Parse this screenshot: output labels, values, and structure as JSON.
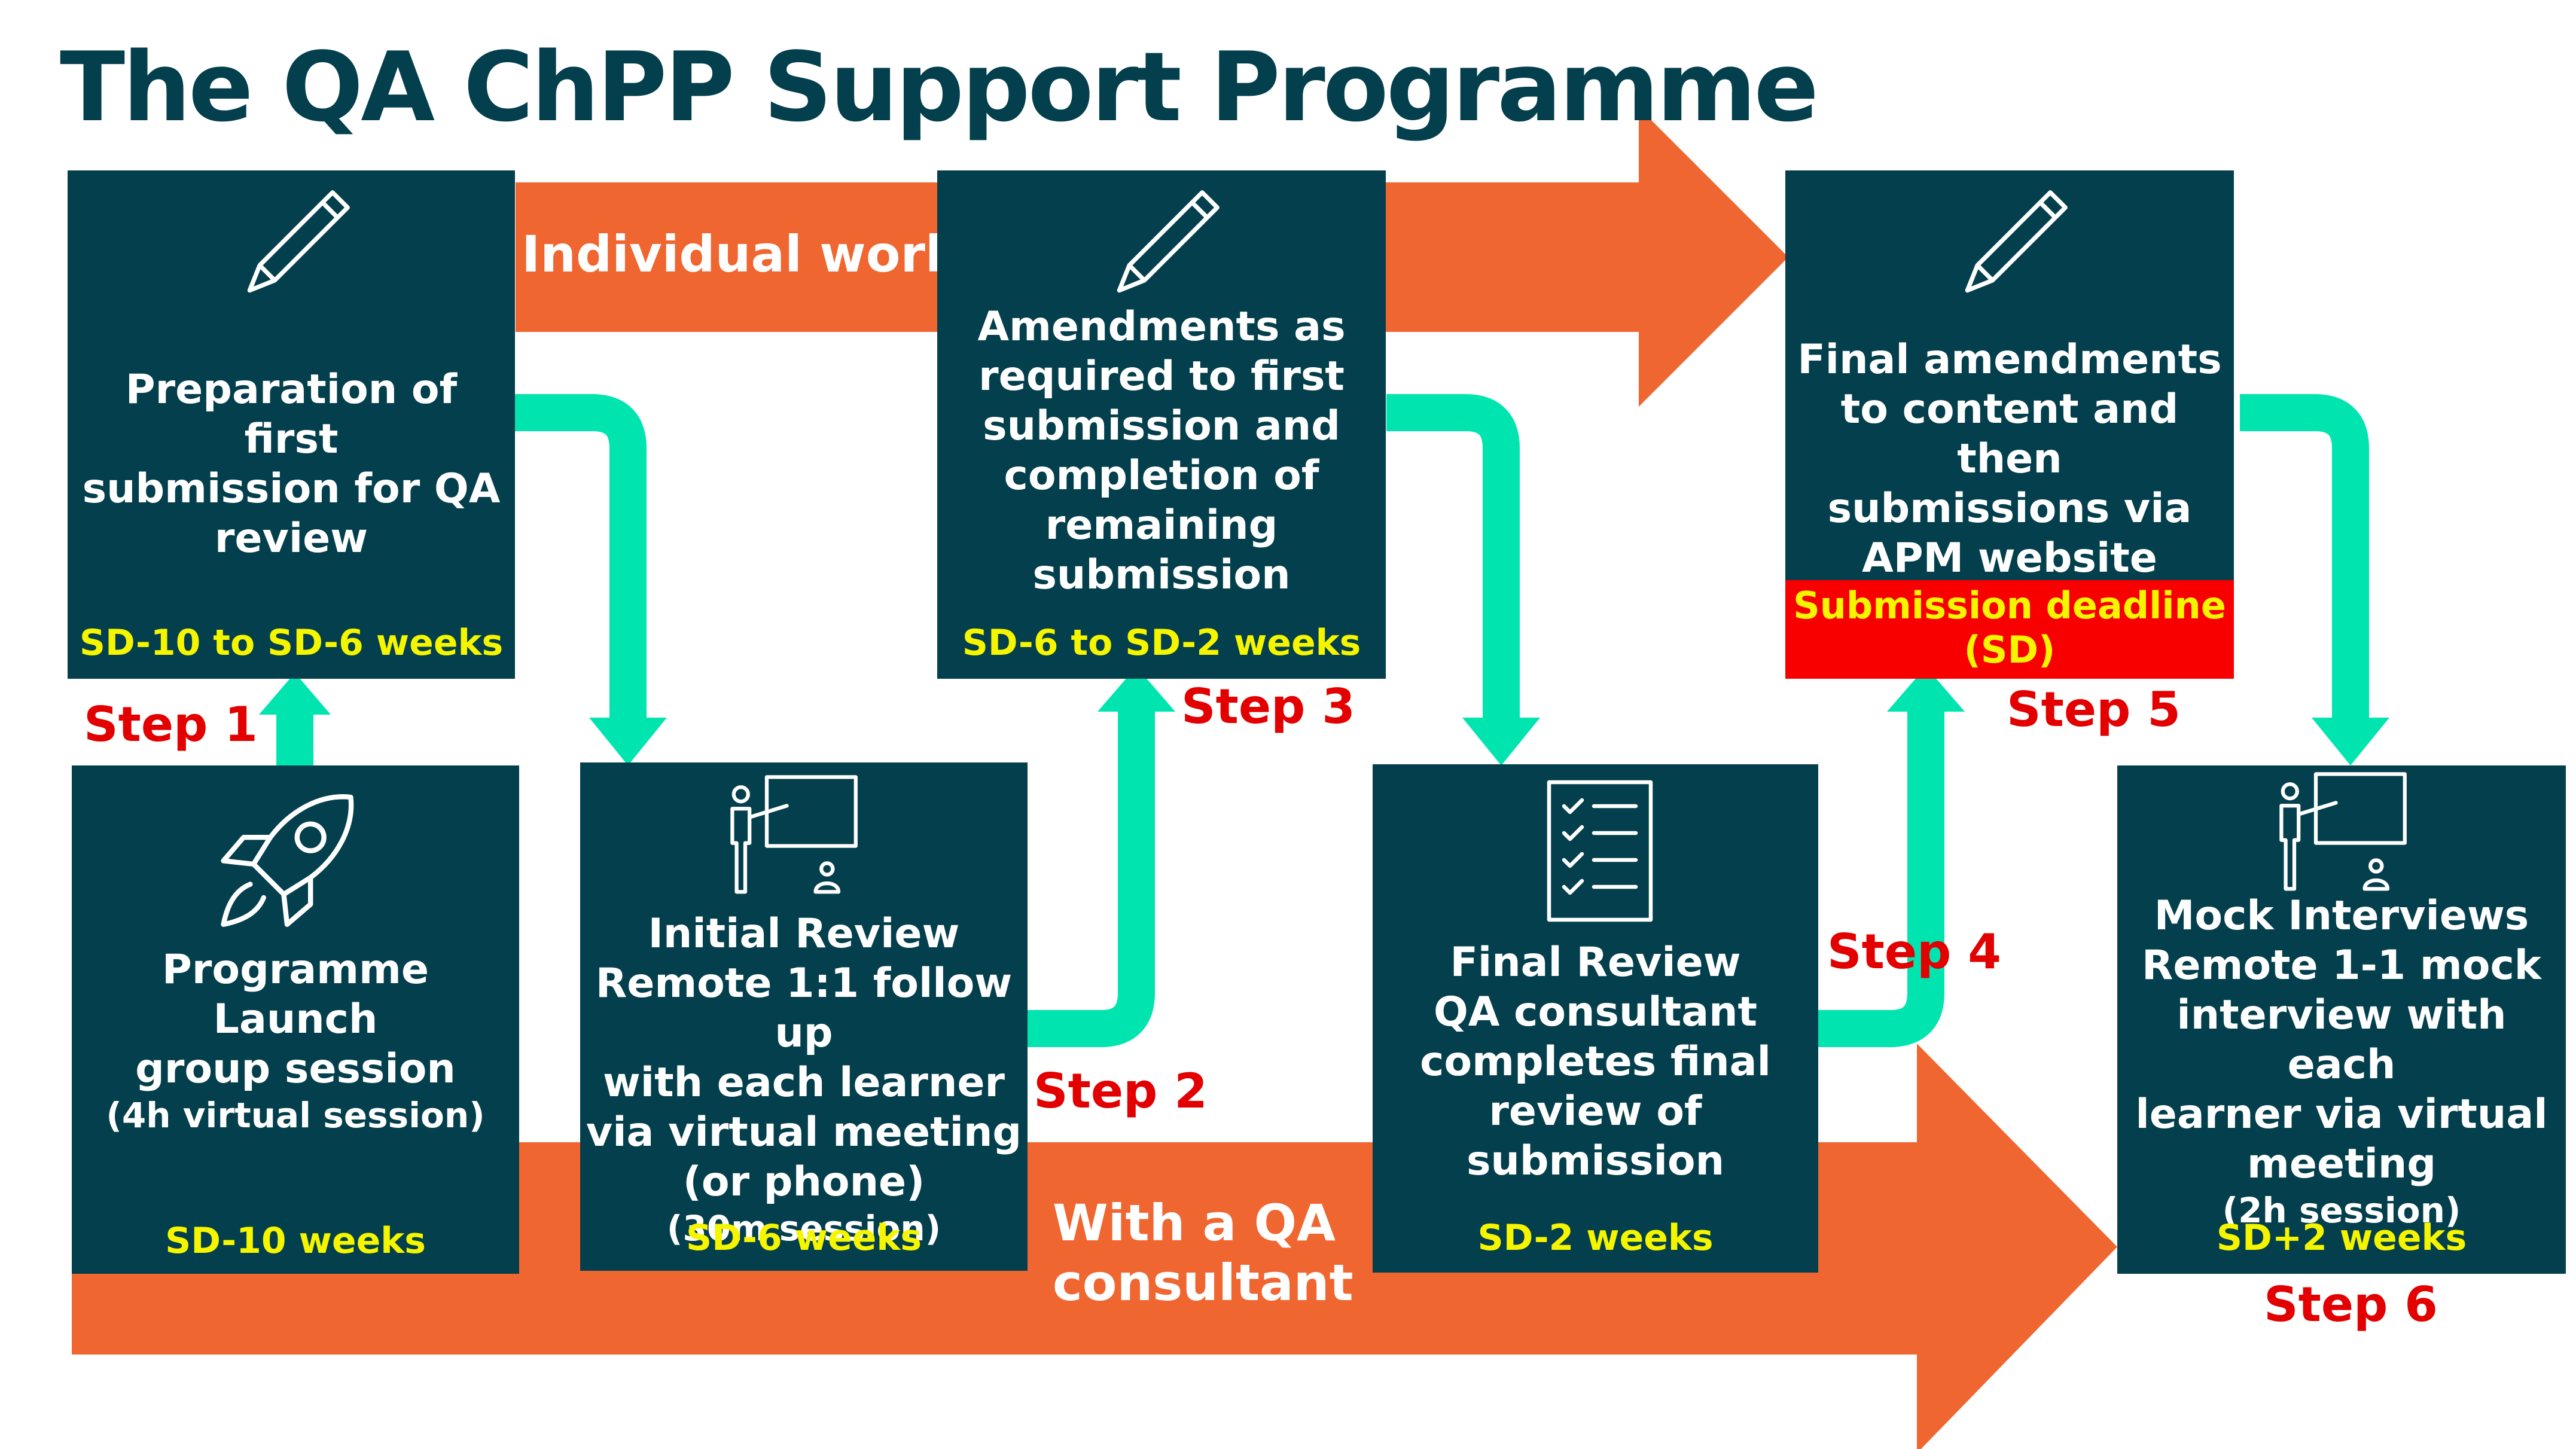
{
  "title": "The QA ChPP Support Programme",
  "colors": {
    "navy": "#033f4c",
    "orange": "#f06630",
    "teal": "#00e5b0",
    "yellow": "#f5f500",
    "red": "#e20000",
    "deadline_red": "#f90000"
  },
  "arrows": {
    "top_label": "Individual work",
    "bottom_label_line1": "With a QA",
    "bottom_label_line2": "consultant"
  },
  "boxes": {
    "prep": {
      "icon": "pencil-icon",
      "lines": [
        "Preparation of first",
        "submission for QA",
        "review"
      ],
      "timing": "SD-10 to SD-6 weeks"
    },
    "amend": {
      "icon": "pencil-icon",
      "lines": [
        "Amendments as",
        "required to first",
        "submission and",
        "completion of",
        "remaining",
        "submission"
      ],
      "timing": "SD-6 to SD-2 weeks"
    },
    "final_amend": {
      "icon": "pencil-icon",
      "lines": [
        "Final amendments",
        "to content and then",
        "submissions via",
        "APM website"
      ],
      "deadline_line1": "Submission deadline",
      "deadline_line2": "(SD)"
    },
    "launch": {
      "icon": "rocket-icon",
      "lines": [
        "Programme Launch",
        "group session"
      ],
      "sub": "(4h virtual session)",
      "timing": "SD-10 weeks"
    },
    "initial": {
      "icon": "presenter-icon",
      "lines": [
        "Initial Review",
        "Remote 1:1 follow up",
        "with each learner",
        "via virtual meeting",
        "(or phone)"
      ],
      "sub": "(30m session)",
      "timing": "SD-6 weeks"
    },
    "final_review": {
      "icon": "checklist-icon",
      "lines": [
        "Final Review",
        "QA consultant",
        "completes final",
        "review of",
        "submission"
      ],
      "timing": "SD-2 weeks"
    },
    "mock": {
      "icon": "presenter-icon",
      "lines": [
        "Mock Interviews",
        "Remote 1-1 mock",
        "interview with each",
        "learner via virtual",
        "meeting"
      ],
      "sub": "(2h session)",
      "timing": "SD+2 weeks"
    }
  },
  "steps": [
    "Step 1",
    "Step 2",
    "Step 3",
    "Step 4",
    "Step 5",
    "Step 6"
  ]
}
